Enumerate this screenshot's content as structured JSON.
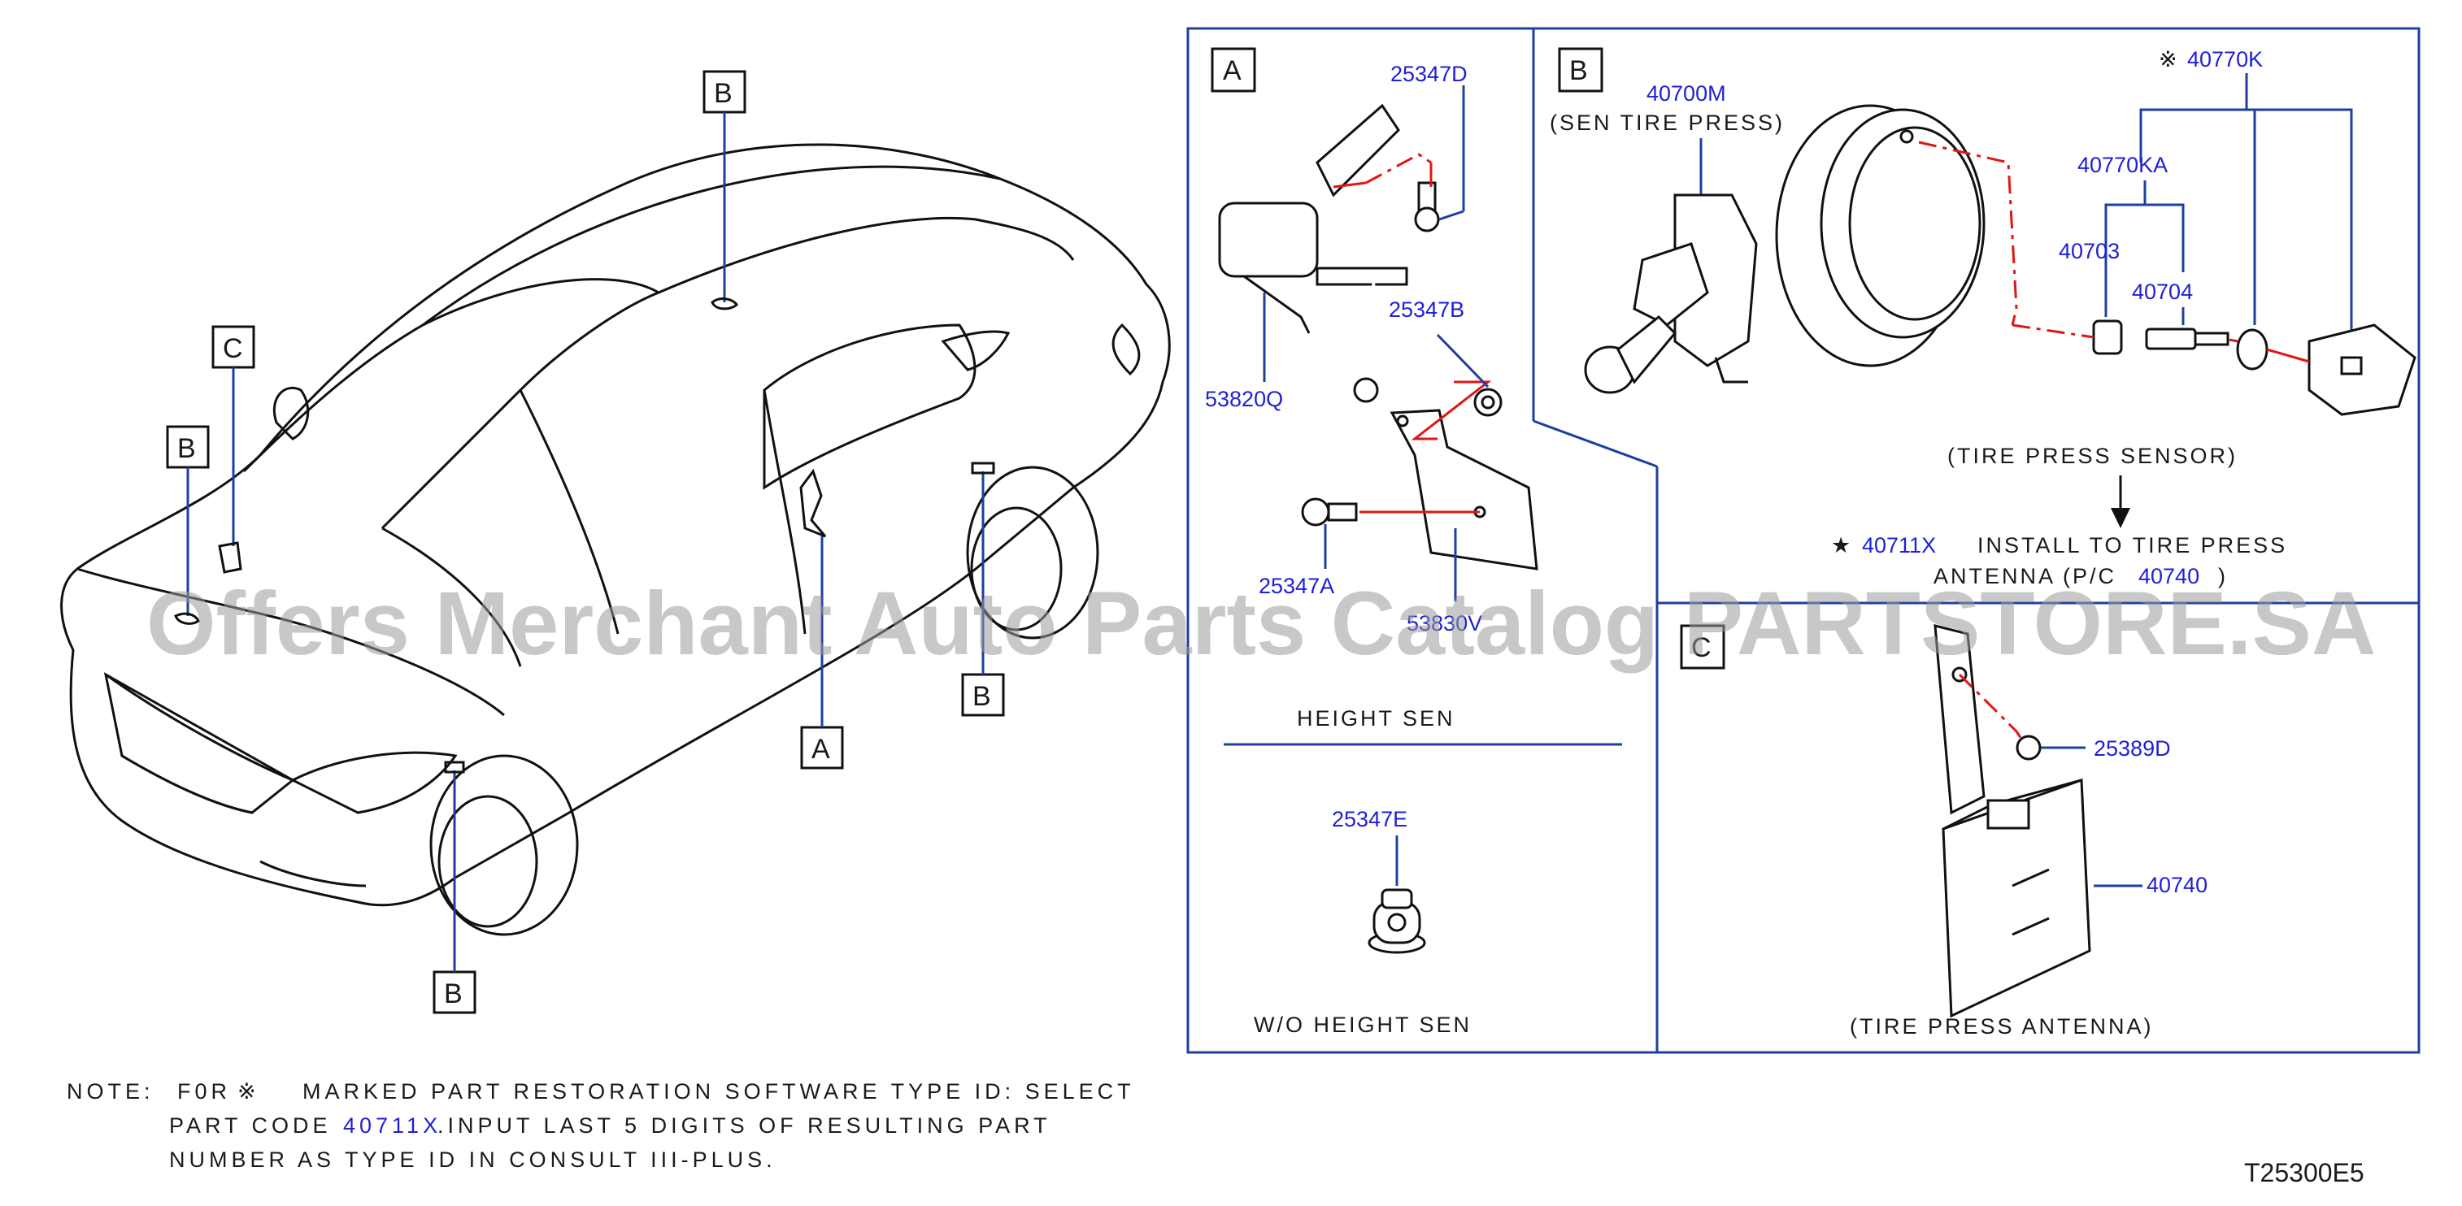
{
  "diagram_code": "T25300E5",
  "watermark": "Offers Merchant Auto Parts Catalog PARTSTORE.SA",
  "sections": {
    "a": {
      "letter": "A",
      "caption_with": "HEIGHT SEN",
      "caption_without": "W/O HEIGHT SEN"
    },
    "b": {
      "letter": "B",
      "sensor_caption": "(TIRE PRESS SENSOR)",
      "sen_caption": "(SEN TIRE PRESS)",
      "star": "★",
      "install_text": "INSTALL TO TIRE PRESS",
      "antenna_text_1": "ANTENNA (P/C",
      "antenna_text_2": ")",
      "mark": "※"
    },
    "c": {
      "letter": "C",
      "antenna_caption": "(TIRE PRESS ANTENNA)"
    }
  },
  "car_callouts": {
    "a": "A",
    "b": "B",
    "c": "C"
  },
  "parts": {
    "p25347D": "25347D",
    "p25347B": "25347B",
    "p25347A": "25347A",
    "p53820Q": "53820Q",
    "p53830V": "53830V",
    "p25347E": "25347E",
    "p40700M": "40700M",
    "p40770K": "40770K",
    "p40770KA": "40770KA",
    "p40703": "40703",
    "p40704": "40704",
    "p40711X": "40711X",
    "p40740": "40740",
    "p25389D": "25389D"
  },
  "note": {
    "prefix": "NOTE:",
    "line1_a": "F0R",
    "mark": "※",
    "line1_b": "MARKED PART RESTORATION SOFTWARE TYPE ID: SELECT",
    "line2_a": "PART CODE",
    "line2_part": "40711X",
    "line2_b": ".INPUT LAST 5 DIGITS OF RESULTING PART",
    "line3": "NUMBER AS TYPE ID IN CONSULT III-PLUS."
  }
}
